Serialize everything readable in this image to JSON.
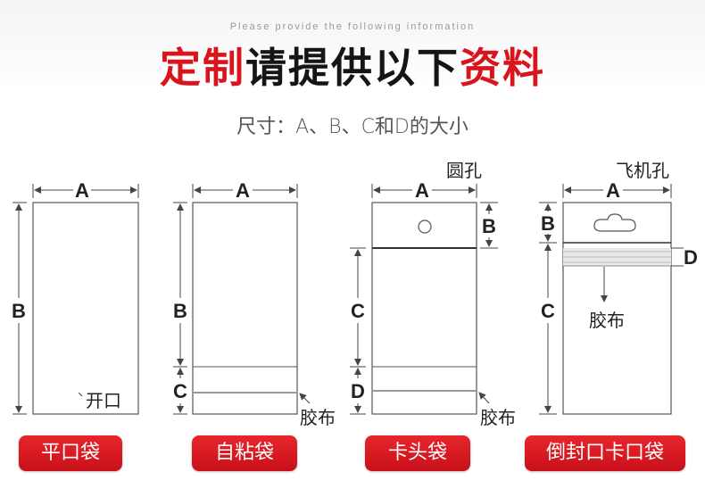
{
  "header": {
    "subtitle_en": "Please provide the following information",
    "title_red_1": "定制",
    "title_dark": "请提供以下",
    "title_red_2": "资料",
    "size_note": "尺寸：A、B、C和D的大小"
  },
  "labels": {
    "a": "A",
    "b": "B",
    "c": "C",
    "d": "D",
    "opening": "开口",
    "adhesive": "胶布",
    "round_hole": "圆孔",
    "airplane_hole": "飞机孔"
  },
  "bag_types": {
    "flat": "平口袋",
    "self_seal": "自粘袋",
    "header_card": "卡头袋",
    "inverted_seal": "倒封口卡口袋"
  },
  "colors": {
    "accent_red": "#d9141c",
    "line": "#444444"
  }
}
